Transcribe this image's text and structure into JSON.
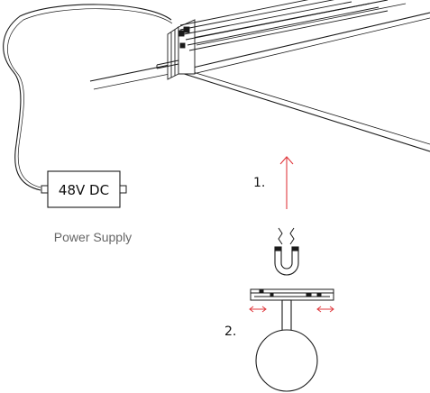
{
  "diagram": {
    "supply_label": "48V DC",
    "supply_caption": "Power Supply",
    "step_1": "1.",
    "step_2": "2."
  },
  "colors": {
    "line": "#1a1a1a",
    "accent": "#e0393e",
    "caption": "#666666"
  },
  "icons": {
    "magnet": "magnet-icon",
    "attraction": "attraction-zigzag-icon"
  }
}
